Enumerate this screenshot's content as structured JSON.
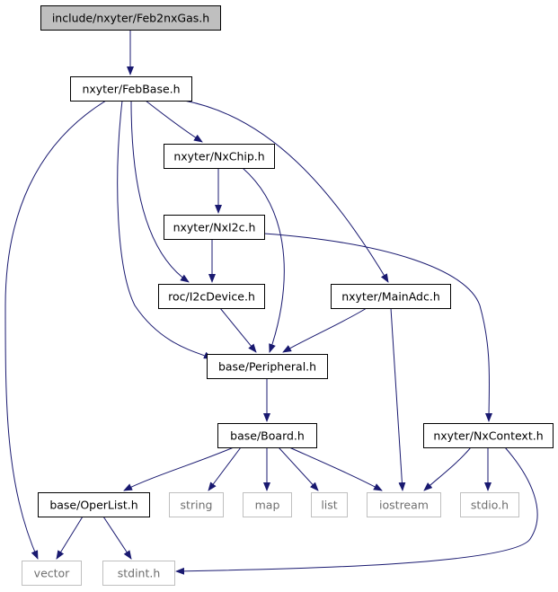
{
  "colors": {
    "edge": "#191970",
    "root_fill": "#bfbfbf",
    "node_border": "#000000",
    "external_border": "#bfbfbf",
    "background": "#ffffff"
  },
  "nodes": {
    "feb2nxgas": {
      "label": "include/nxyter/Feb2nxGas.h",
      "kind": "root"
    },
    "febbase": {
      "label": "nxyter/FebBase.h",
      "kind": "file"
    },
    "nxchip": {
      "label": "nxyter/NxChip.h",
      "kind": "file"
    },
    "nxi2c": {
      "label": "nxyter/NxI2c.h",
      "kind": "file"
    },
    "i2cdevice": {
      "label": "roc/I2cDevice.h",
      "kind": "file"
    },
    "mainadc": {
      "label": "nxyter/MainAdc.h",
      "kind": "file"
    },
    "peripheral": {
      "label": "base/Peripheral.h",
      "kind": "file"
    },
    "board": {
      "label": "base/Board.h",
      "kind": "file"
    },
    "nxcontext": {
      "label": "nxyter/NxContext.h",
      "kind": "file"
    },
    "operlist": {
      "label": "base/OperList.h",
      "kind": "file"
    },
    "string": {
      "label": "string",
      "kind": "external"
    },
    "map": {
      "label": "map",
      "kind": "external"
    },
    "list": {
      "label": "list",
      "kind": "external"
    },
    "iostream": {
      "label": "iostream",
      "kind": "external"
    },
    "stdio": {
      "label": "stdio.h",
      "kind": "external"
    },
    "vector": {
      "label": "vector",
      "kind": "external"
    },
    "stdint": {
      "label": "stdint.h",
      "kind": "external"
    }
  },
  "edges": [
    [
      "feb2nxgas",
      "febbase"
    ],
    [
      "febbase",
      "vector"
    ],
    [
      "febbase",
      "nxchip"
    ],
    [
      "febbase",
      "i2cdevice"
    ],
    [
      "febbase",
      "peripheral"
    ],
    [
      "febbase",
      "mainadc"
    ],
    [
      "nxchip",
      "nxi2c"
    ],
    [
      "nxchip",
      "peripheral"
    ],
    [
      "nxi2c",
      "i2cdevice"
    ],
    [
      "nxi2c",
      "nxcontext"
    ],
    [
      "i2cdevice",
      "peripheral"
    ],
    [
      "mainadc",
      "peripheral"
    ],
    [
      "mainadc",
      "iostream"
    ],
    [
      "peripheral",
      "board"
    ],
    [
      "board",
      "operlist"
    ],
    [
      "board",
      "string"
    ],
    [
      "board",
      "map"
    ],
    [
      "board",
      "list"
    ],
    [
      "board",
      "iostream"
    ],
    [
      "nxcontext",
      "iostream"
    ],
    [
      "nxcontext",
      "stdio"
    ],
    [
      "nxcontext",
      "stdint"
    ],
    [
      "operlist",
      "vector"
    ],
    [
      "operlist",
      "stdint"
    ]
  ]
}
